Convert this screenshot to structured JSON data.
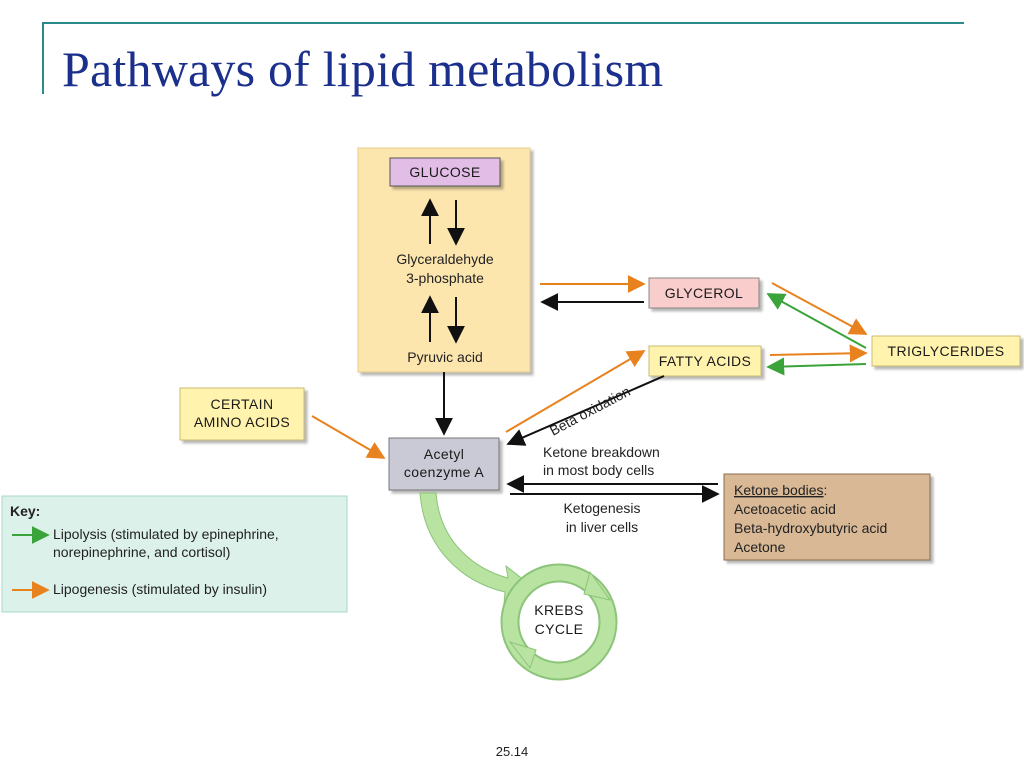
{
  "slide": {
    "title": "Pathways of lipid metabolism",
    "page_number": "25.14"
  },
  "nodes": {
    "glucose": "GLUCOSE",
    "g3p_line1": "Glyceraldehyde",
    "g3p_line2": "3-phosphate",
    "pyruvic_acid": "Pyruvic acid",
    "glycerol": "GLYCEROL",
    "fatty_acids": "FATTY ACIDS",
    "triglycerides": "TRIGLYCERIDES",
    "amino_line1": "CERTAIN",
    "amino_line2": "AMINO ACIDS",
    "acetyl_line1": "Acetyl",
    "acetyl_line2": "coenzyme A",
    "krebs_line1": "KREBS",
    "krebs_line2": "CYCLE"
  },
  "labels": {
    "beta_oxidation": "Beta oxidation",
    "ketone_breakdown_line1": "Ketone breakdown",
    "ketone_breakdown_line2": "in most body cells",
    "ketogenesis_line1": "Ketogenesis",
    "ketogenesis_line2": "in liver cells"
  },
  "ketone_box": {
    "heading": "Ketone bodies",
    "heading_suffix": ":",
    "items": [
      "Acetoacetic acid",
      "Beta-hydroxybutyric acid",
      "Acetone"
    ]
  },
  "key": {
    "title": "Key:",
    "lipolysis_line1": "Lipolysis (stimulated by epinephrine,",
    "lipolysis_line2": "norepinephrine, and cortisol)",
    "lipogenesis": "Lipogenesis (stimulated by insulin)"
  },
  "colors": {
    "lipolysis_arrow": "#3aa33a",
    "lipogenesis_arrow": "#e8821e",
    "black_arrow": "#111111",
    "panel_yellow": "#fde6ae",
    "box_yellow": "#fff3ad",
    "box_pink": "#f9cdcb",
    "box_lavender": "#e2bee6",
    "box_gray": "#c9cad6",
    "box_tan": "#d8b895",
    "key_panel": "#dcf1e9",
    "krebs_green": "#b8e3a0"
  }
}
